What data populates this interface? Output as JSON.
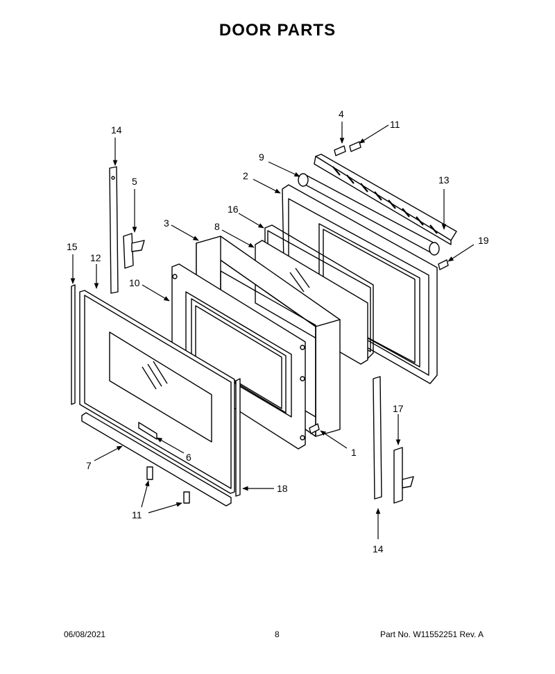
{
  "page": {
    "title": "DOOR PARTS"
  },
  "callouts": {
    "c1": "1",
    "c2": "2",
    "c3": "3",
    "c4": "4",
    "c5": "5",
    "c6": "6",
    "c7": "7",
    "c8": "8",
    "c9": "9",
    "c10": "10",
    "c11a": "11",
    "c11b": "11",
    "c12": "12",
    "c13": "13",
    "c14a": "14",
    "c14b": "14",
    "c15": "15",
    "c16": "16",
    "c17": "17",
    "c18": "18",
    "c19": "19"
  },
  "footer": {
    "date": "06/08/2021",
    "page_number": "8",
    "part_number": "Part No.  W11552251  Rev.  A"
  }
}
